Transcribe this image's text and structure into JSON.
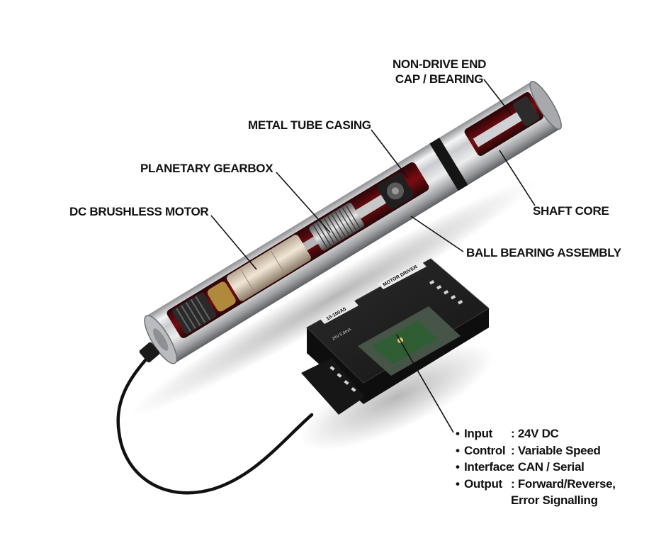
{
  "labels": {
    "non_drive_end_line1": "NON-DRIVE END",
    "non_drive_end_line2": "CAP / BEARING",
    "metal_tube": "METAL TUBE CASING",
    "gearbox": "PLANETARY GEARBOX",
    "motor": "DC BRUSHLESS MOTOR",
    "shaft_core": "SHAFT CORE",
    "ball_bearing": "BALL BEARING ASSEMBLY"
  },
  "driver": {
    "model": "10-100A5",
    "title": "MOTOR DRIVER",
    "sub": "24V 5.0mA"
  },
  "specs": [
    {
      "key": "Input",
      "sep": ":",
      "value": "24V DC"
    },
    {
      "key": "Control",
      "sep": ":",
      "value": "Variable Speed"
    },
    {
      "key": "Interface",
      "sep": ":",
      "value": "CAN / Serial"
    },
    {
      "key": "Output",
      "sep": ":",
      "value": "Forward/Reverse,",
      "cont": "Error Signalling"
    }
  ],
  "colors": {
    "tube_red": "#a01015",
    "driver_black": "#1b1b1b",
    "steel": "#d9dadc"
  }
}
